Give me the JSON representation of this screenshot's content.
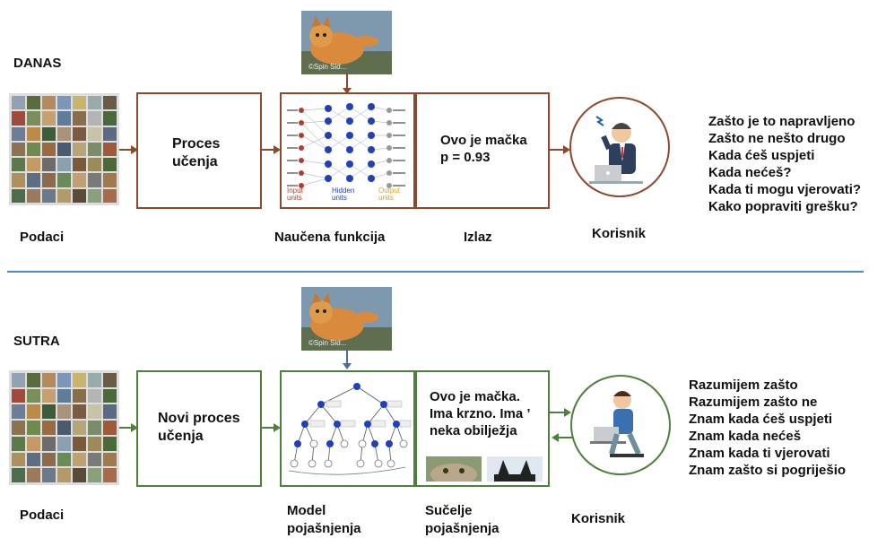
{
  "top": {
    "section_label": "DANAS",
    "data_label": "Podaci",
    "learning_box": "Proces\nučenja",
    "function_label": "Naučena funkcija",
    "nn_legend": {
      "input": "Input\nunits",
      "hidden": "Hidden\nunits",
      "output": "Output\nunits"
    },
    "output_text": "Ovo je mačka\np = 0.93",
    "output_label": "Izlaz",
    "user_label": "Korisnik",
    "questions": [
      "Zašto je to napravljeno",
      "Zašto ne nešto drugo",
      "Kada ćeš uspjeti",
      "Kada nećeš?",
      "Kada ti mogu vjerovati?",
      "Kako popraviti grešku?"
    ],
    "accent_color": "#8b4a2b"
  },
  "bottom": {
    "section_label": "SUTRA",
    "data_label": "Podaci",
    "learning_box": "Novi proces\nučenja",
    "model_label": "Model\npojašnjenja",
    "interface_text": "Ovo je mačka.\nIma krzno. Ima ’\nneka obilježja",
    "interface_label": "Sučelje\npojašnjenja",
    "user_label": "Korisnik",
    "answers": [
      "Razumijem zašto",
      "Razumijem zašto ne",
      "Znam kada ćeš uspjeti",
      "Znam kada nećeš",
      "Znam kada ti vjerovati",
      "Znam zašto si pogriješio"
    ],
    "accent_color": "#4e7f3c"
  },
  "divider_color": "#4f86c6",
  "image_caption": "©Spin Sid..."
}
